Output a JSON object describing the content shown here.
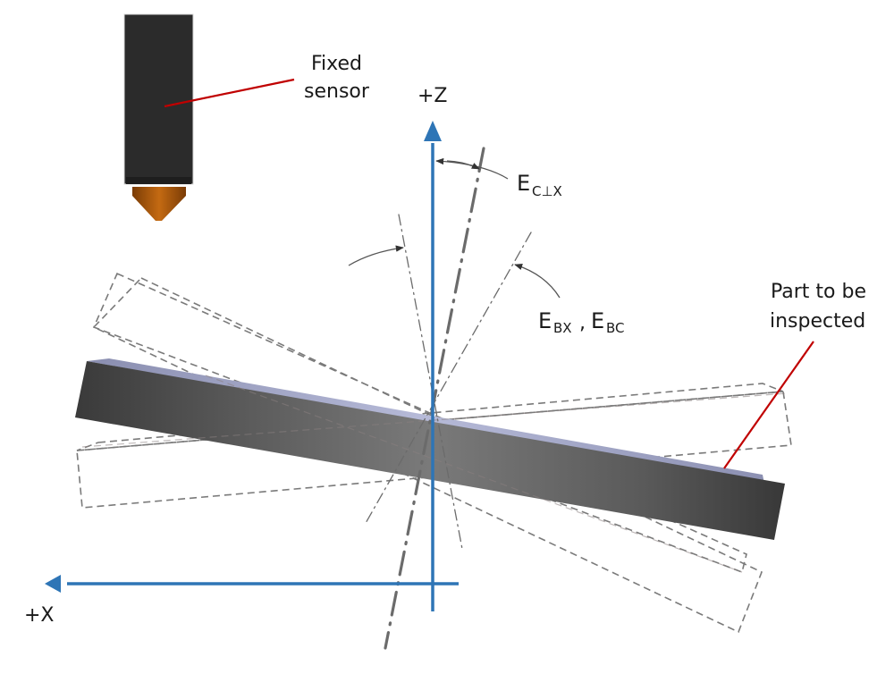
{
  "labels": {
    "fixed_sensor_line1": "Fixed",
    "fixed_sensor_line2": "sensor",
    "z_axis": "+Z",
    "x_axis": "+X",
    "part_line1": "Part to be",
    "part_line2": "inspected",
    "e_c_perp_x_main": "E",
    "e_c_perp_x_sub": "C⊥X",
    "e_bx_main": "E",
    "e_bx_sub": "BX",
    "comma": ",",
    "e_bc_main": "E",
    "e_bc_sub": "BC"
  },
  "colors": {
    "axis": "#2e75b6",
    "leader": "#c00000",
    "sensor_body": "#2b2b2b",
    "sensor_tip": "#b8620e",
    "part_body": "#6e6e6e",
    "part_top": "#a8accc",
    "dashed": "#7a7a7a"
  }
}
